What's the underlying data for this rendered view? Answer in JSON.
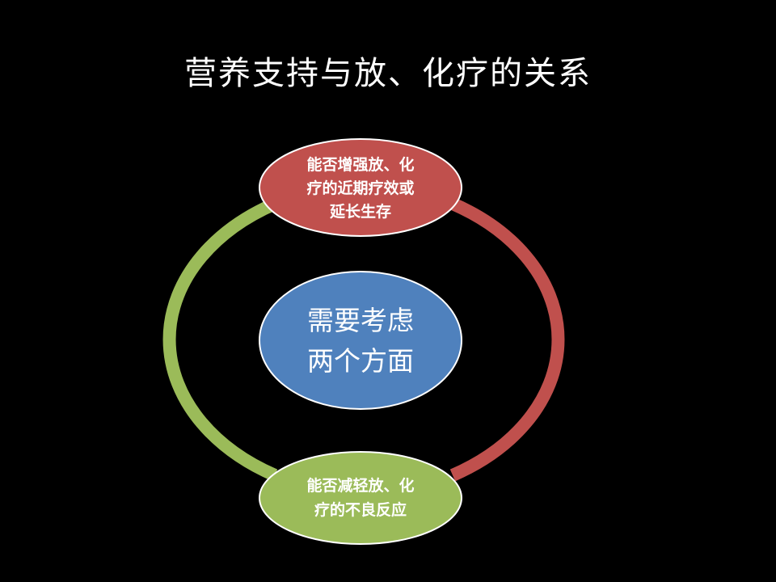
{
  "slide": {
    "title": "营养支持与放、化疗的关系"
  },
  "diagram": {
    "top_node": {
      "line1": "能否增强放、化",
      "line2": "疗的近期疗效或",
      "line3": "延长生存"
    },
    "center_node": {
      "line1": "需要考虑",
      "line2": "两个方面"
    },
    "bottom_node": {
      "line1": "能否减轻放、化",
      "line2": "疗的不良反应"
    }
  },
  "colors": {
    "background": "#000000",
    "red": "#c0504d",
    "green": "#9bbb59",
    "blue": "#4f81bd",
    "outline": "#ffffff"
  }
}
